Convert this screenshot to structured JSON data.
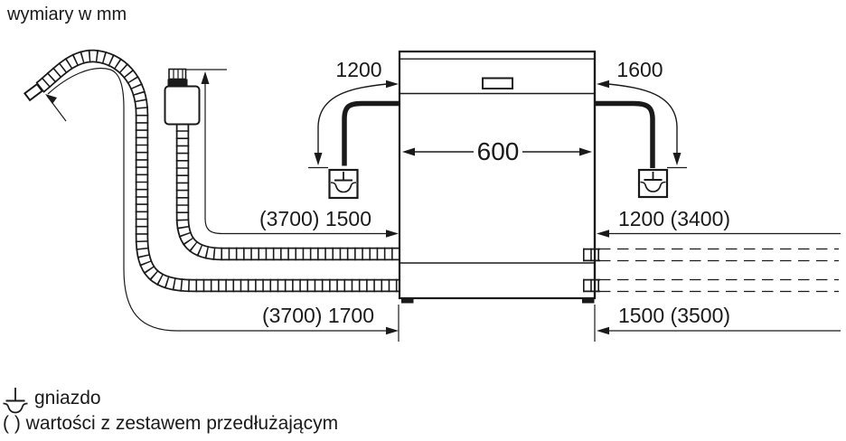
{
  "title": "wymiary w mm",
  "colors": {
    "ink": "#1a1a1a",
    "background": "#ffffff"
  },
  "diagram": {
    "appliance": {
      "type": "dishwasher-front-view"
    },
    "dimensions": {
      "cord_left": "1200",
      "cord_right": "1600",
      "width": "600",
      "supply_hose_left": "(3700) 1500",
      "hose_right_top": "1200 (3400)",
      "drain_hose_left": "(3700) 1700",
      "hose_right_bottom": "1500 (3500)"
    }
  },
  "legend": {
    "socket_label": "gniazdo",
    "note": "( ) wartości z zestawem przedłużającym"
  }
}
